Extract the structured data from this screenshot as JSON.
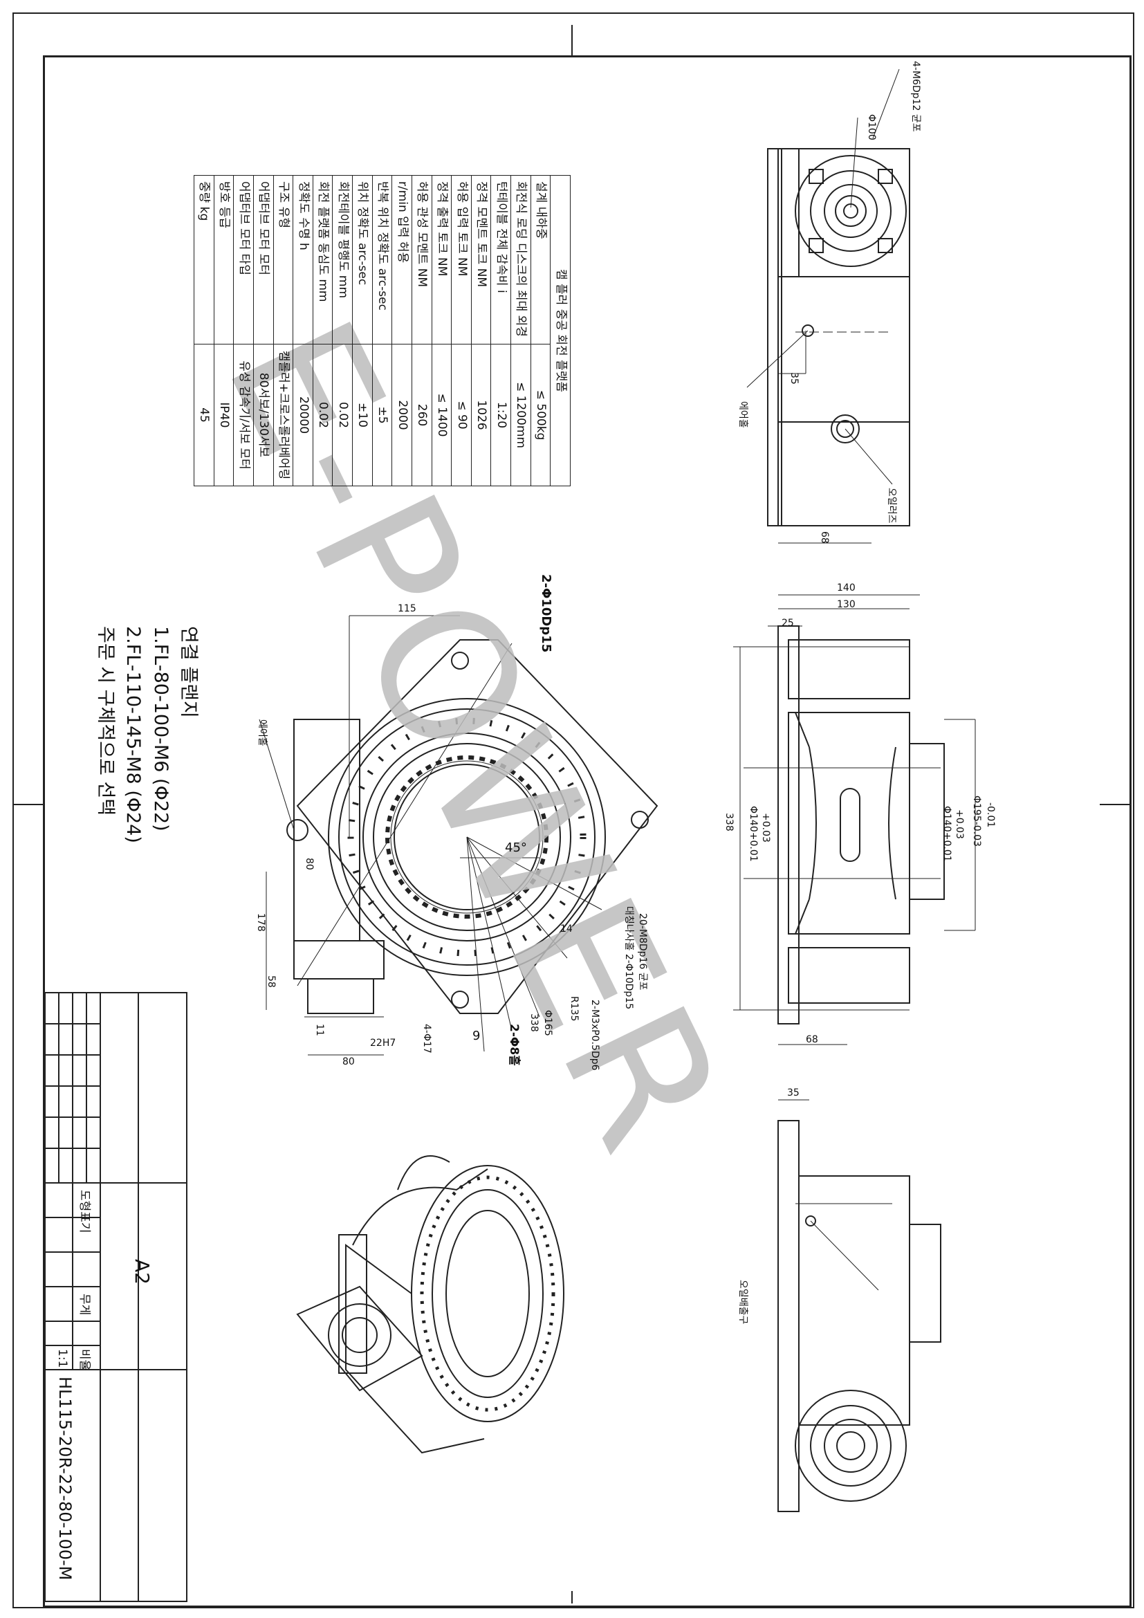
{
  "spec_table": {
    "title": "캠 플러 중공 회전 플랫폼",
    "rows": [
      {
        "label": "설계 내하중",
        "value": "≤ 500kg"
      },
      {
        "label": "회전식 로딩 디스크의 최대 외경",
        "value": "≤ 1200mm"
      },
      {
        "label": "턴테이블 전체 감속비 i",
        "value": "1:20"
      },
      {
        "label": "정격 모멘트 토크 NM",
        "value": "1026"
      },
      {
        "label": "허용 입력 토크 NM",
        "value": "≤ 90"
      },
      {
        "label": "정격 출력 토크 NM",
        "value": "≤ 1400"
      },
      {
        "label": "허용 관성 모멘트 NM",
        "value": "260"
      },
      {
        "label": "r/min 입력 허용",
        "value": "2000"
      },
      {
        "label": "반복 위치 정확도 arc-sec",
        "value": "±5"
      },
      {
        "label": "위치 정확도 arc-sec",
        "value": "±10"
      },
      {
        "label": "회전테이블 평행도 mm",
        "value": "0.02"
      },
      {
        "label": "회전 플랫폼 동심도 mm",
        "value": "0.02"
      },
      {
        "label": "정확도 수명 h",
        "value": "20000"
      },
      {
        "label": "구조 유형",
        "value": "캠롤러+크로스롤러베어링"
      },
      {
        "label": "어댑터브 모터 모터",
        "value": "80서보/130서보"
      },
      {
        "label": "어댑터브 모터 타입",
        "value": "유성 감속기/서보 모터"
      },
      {
        "label": "방호 등급",
        "value": "IP40"
      },
      {
        "label": "중량 kg",
        "value": "45"
      }
    ]
  },
  "notes": {
    "title": "연결 플랜지",
    "items": [
      "1.FL-80-100-M6 (Φ22)",
      "2.FL-110-145-M8 (Φ24)",
      "주문 시 구체적으로 선택"
    ]
  },
  "title_block": {
    "size": "A2",
    "drawing_label": "도형표기",
    "weight_label": "무게",
    "scale_label": "비율",
    "scale_value": "1:1",
    "part_number": "HL115-20R-22-80-100-M"
  },
  "watermark": "E-POWER",
  "dimensions": {
    "top_view": [
      "4-M6Dp12 균포",
      "Φ100",
      "35",
      "에어홀",
      "오일러즈",
      "68"
    ],
    "side_view": [
      "140",
      "130",
      "25",
      "-0.01",
      "Φ195-0.03",
      "+0.03",
      "Φ140+0.01",
      "338",
      "Φ140+0.01",
      "+0.03",
      "68"
    ],
    "bottom_view": [
      "35",
      "오일배출구"
    ],
    "front_view": [
      "115",
      "2-Φ10Dp15",
      "에어홀",
      "45°",
      "80",
      "178",
      "58",
      "11",
      "22H7",
      "80",
      "4-Φ17",
      "9",
      "2-Φ8홀",
      "338",
      "Φ165",
      "R135",
      "14",
      "20-M8Dp16 균포",
      "대칭나사홀 2-Φ10Dp15",
      "2-M3xP0.5Dp6"
    ]
  },
  "colors": {
    "line": "#222222",
    "watermark": "#bdbdbd"
  }
}
